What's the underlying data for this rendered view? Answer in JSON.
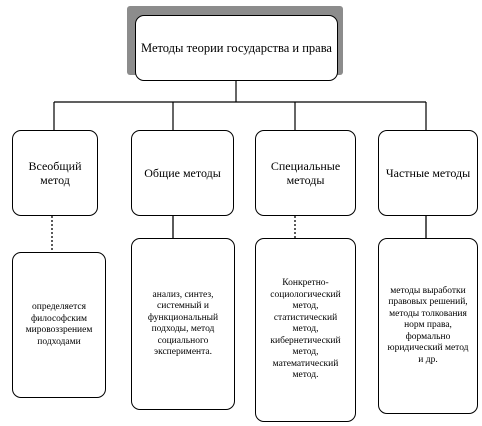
{
  "title": "Методы теории государства и права",
  "methods": [
    {
      "label": "Всеобщий метод",
      "connector": "dotted",
      "description": "определяется философским мировоззрением подходами"
    },
    {
      "label": "Общие методы",
      "connector": "solid",
      "description": "анализ, синтез, системный и функциональный подходы, метод социального эксперимента."
    },
    {
      "label": "Специальные методы",
      "connector": "dotted",
      "description": "Конкретно-социологический метод, статистический метод, кибернетический метод, математический метод."
    },
    {
      "label": "Частные методы",
      "connector": "solid",
      "description": "методы выработки правовых решений, методы толкования норм права, формально юридический метод и др."
    }
  ]
}
